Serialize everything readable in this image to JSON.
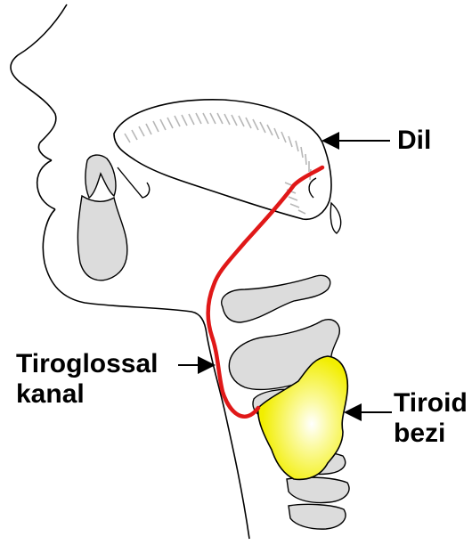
{
  "labels": {
    "tongue": "Dil",
    "duct_line1": "Tiroglossal",
    "duct_line2": "kanal",
    "thyroid_line1": "Tiroid",
    "thyroid_line2": "bezi"
  },
  "colors": {
    "outline": "#000000",
    "structure_fill": "#dcdcdc",
    "duct": "#e01818",
    "thyroid_outer": "#f2f000",
    "thyroid_inner": "#ffffff",
    "background": "#ffffff"
  }
}
